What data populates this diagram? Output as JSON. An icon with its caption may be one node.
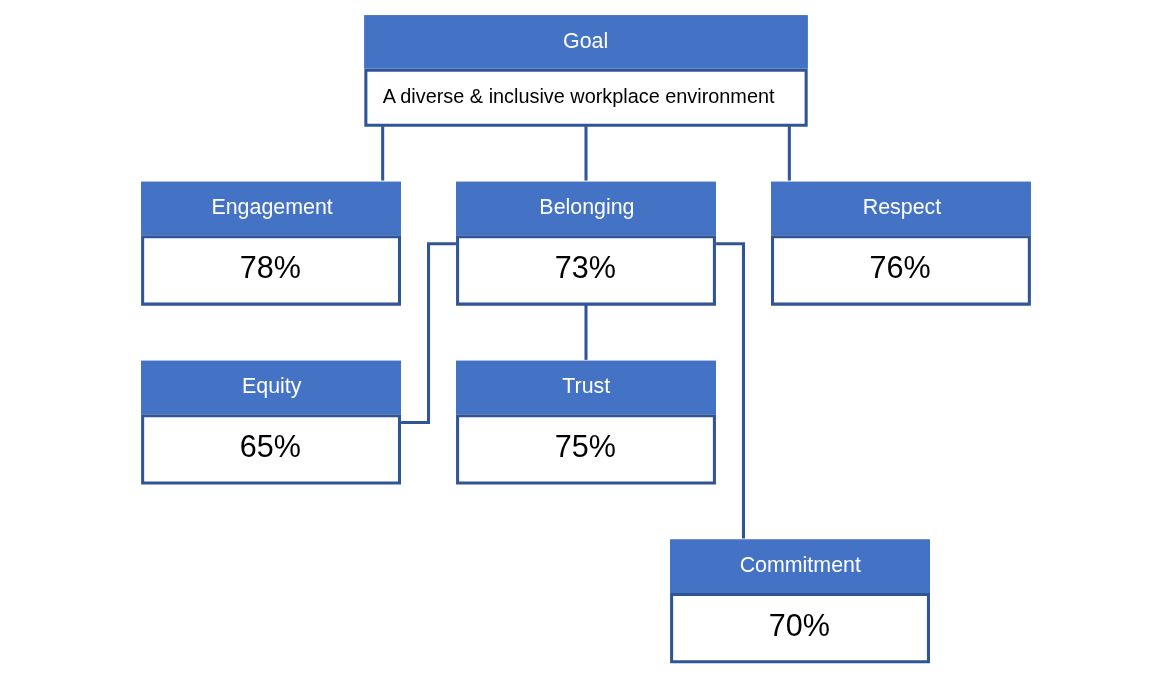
{
  "diagram": {
    "nodes": [
      {
        "text": [
          "Goal",
          "A diverse & inclusive workplace environment"
        ]
      },
      {
        "text": [
          "Engagement",
          "78%"
        ]
      },
      {
        "text": [
          "Belonging",
          "73%"
        ]
      },
      {
        "text": [
          "Respect",
          "76%"
        ]
      },
      {
        "text": [
          "Equity",
          "65%"
        ]
      },
      {
        "text": [
          "Trust",
          "75%"
        ]
      },
      {
        "text": [
          "Commitment",
          "70%"
        ]
      }
    ],
    "edges": [
      {
        "from": 0,
        "to": 1,
        "arrow": "none"
      },
      {
        "from": 0,
        "to": 2,
        "arrow": "none"
      },
      {
        "from": 0,
        "to": 3,
        "arrow": "none"
      },
      {
        "from": 2,
        "to": 4,
        "arrow": "none"
      },
      {
        "from": 2,
        "to": 5,
        "arrow": "none"
      },
      {
        "from": 2,
        "to": 6,
        "arrow": "none"
      }
    ]
  }
}
